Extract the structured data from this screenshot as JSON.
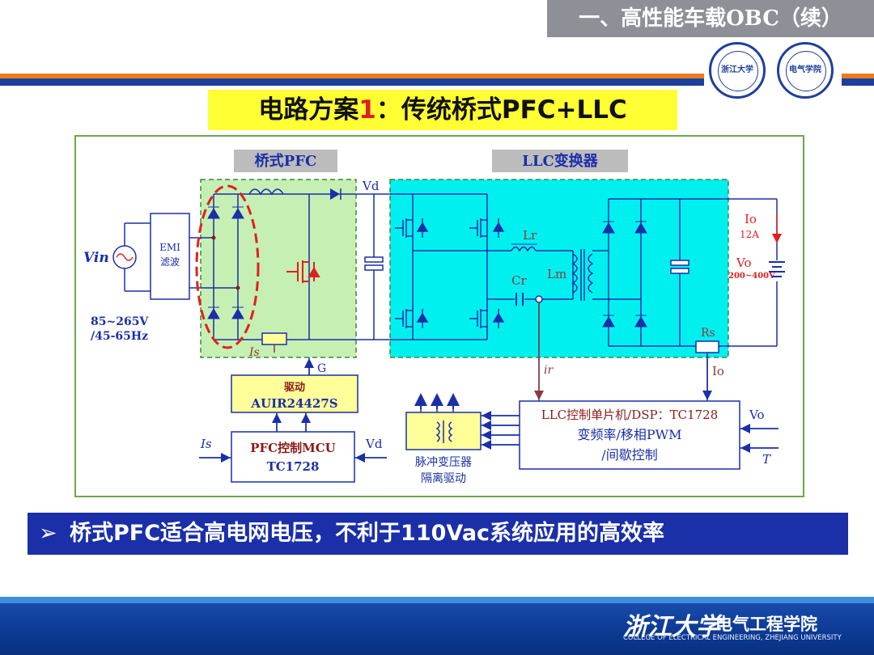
{
  "header": {
    "title": "一、高性能车载OBC（续）"
  },
  "logos": {
    "logo1_text": "浙江大学",
    "logo2_text": "电气学院"
  },
  "title": {
    "prefix": "电路方案",
    "number": "1",
    "suffix": "：传统桥式PFC+LLC"
  },
  "diagram": {
    "sec_pfc": "桥式PFC",
    "sec_llc": "LLC变换器",
    "vd_top": "Vd",
    "vin": "Vin",
    "emi_l1": "EMI",
    "emi_l2": "滤波",
    "range1": "85~265V",
    "range2": "/45-65Hz",
    "lr": "Lr",
    "cr": "Cr",
    "lm": "Lm",
    "io_top": "Io",
    "io_val": "12A",
    "vo": "Vo",
    "vo_range": "200~400V",
    "rs": "Rs",
    "io_bot": "Io",
    "is_sense": "Is",
    "g": "G",
    "ir": "ir",
    "driver_l1": "驱动",
    "driver_l2": "AUIR24427S",
    "mcu_l1": "PFC控制MCU",
    "mcu_l2": "TC1728",
    "is_in": "Is",
    "vd_in": "Vd",
    "pulse_l1": "脉冲变压器",
    "pulse_l2": "隔离驱动",
    "llc_l1": "LLC控制单片机/DSP：TC1728",
    "llc_l2": "变频率/移相PWM",
    "llc_l3": "/间歇控制",
    "vo_in": "Vo",
    "t_in": "T"
  },
  "bottom_note": {
    "bullet": "➢",
    "text": "桥式PFC适合高电网电压，不利于110Vac系统应用的高效率"
  },
  "footer": {
    "logo_text": "浙江大学",
    "dept": "电气工程学院",
    "english": "COLLEGE OF ELECTRICAL ENGINEERING, ZHEJIANG UNIVERSITY"
  },
  "colors": {
    "pfc_bg": "#c6efb3",
    "llc_bg": "#00f0f0",
    "accent_red": "#e02020",
    "navy": "#1a2fa8"
  }
}
